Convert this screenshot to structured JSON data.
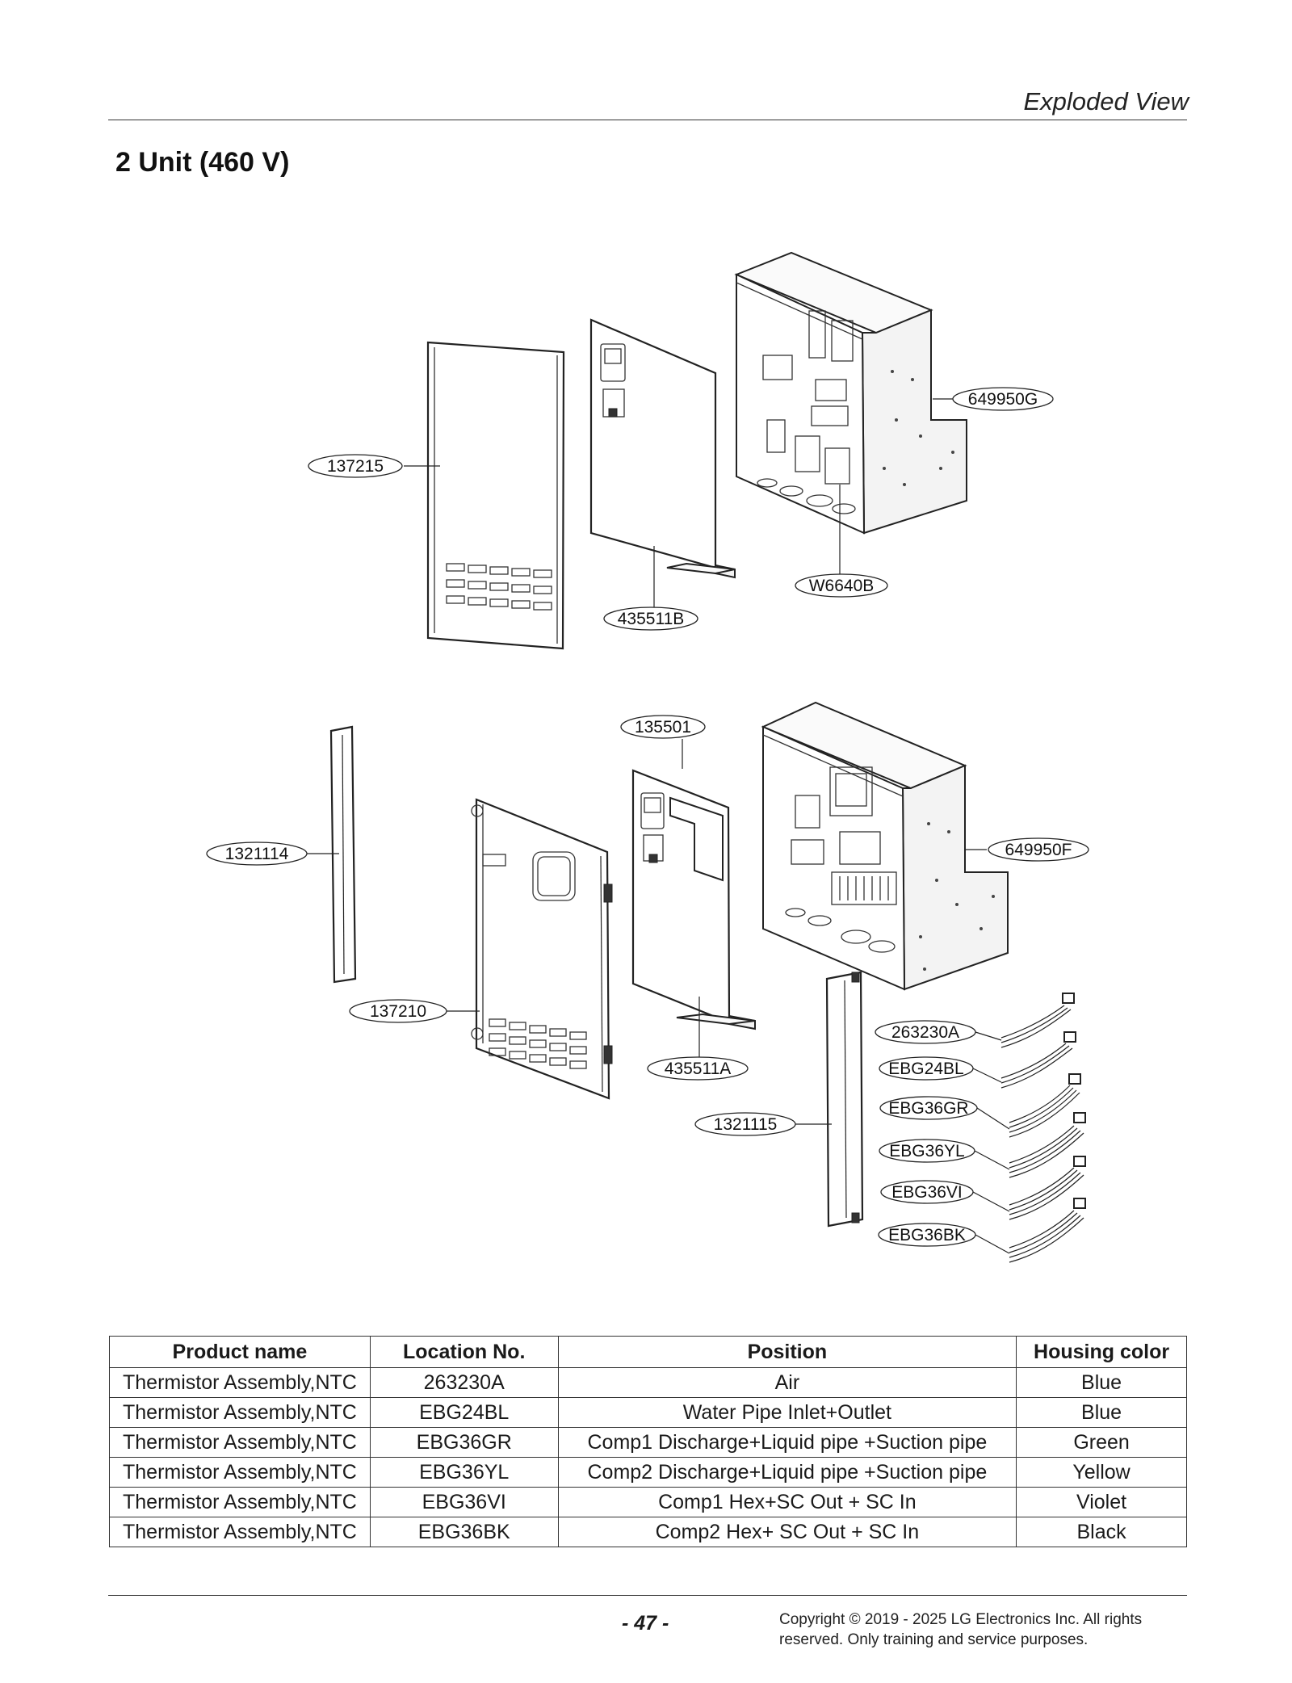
{
  "header": {
    "title": "Exploded View"
  },
  "section": {
    "title": "2 Unit (460 V)"
  },
  "diagram": {
    "labels": {
      "p137215": "137215",
      "p435511B": "435511B",
      "pW6640B": "W6640B",
      "p649950G": "649950G",
      "p135501": "135501",
      "p1321114": "1321114",
      "p649950F": "649950F",
      "p137210": "137210",
      "p435511A": "435511A",
      "p1321115": "1321115",
      "p263230A": "263230A",
      "pEBG24BL": "EBG24BL",
      "pEBG36GR": "EBG36GR",
      "pEBG36YL": "EBG36YL",
      "pEBG36VI": "EBG36VI",
      "pEBG36BK": "EBG36BK"
    }
  },
  "table": {
    "headers": [
      "Product name",
      "Location No.",
      "Position",
      "Housing color"
    ],
    "rows": [
      [
        "Thermistor Assembly,NTC",
        "263230A",
        "Air",
        "Blue"
      ],
      [
        "Thermistor Assembly,NTC",
        "EBG24BL",
        "Water Pipe Inlet+Outlet",
        "Blue"
      ],
      [
        "Thermistor Assembly,NTC",
        "EBG36GR",
        "Comp1 Discharge+Liquid pipe +Suction pipe",
        "Green"
      ],
      [
        "Thermistor Assembly,NTC",
        "EBG36YL",
        "Comp2 Discharge+Liquid pipe +Suction pipe",
        "Yellow"
      ],
      [
        "Thermistor Assembly,NTC",
        "EBG36VI",
        "Comp1 Hex+SC Out + SC In",
        "Violet"
      ],
      [
        "Thermistor Assembly,NTC",
        "EBG36BK",
        "Comp2 Hex+ SC Out + SC In",
        "Black"
      ]
    ]
  },
  "footer": {
    "page": "- 47 -",
    "copyright_line1": "Copyright © 2019 - 2025 LG Electronics Inc. All rights",
    "copyright_line2": "reserved. Only training and service purposes."
  }
}
